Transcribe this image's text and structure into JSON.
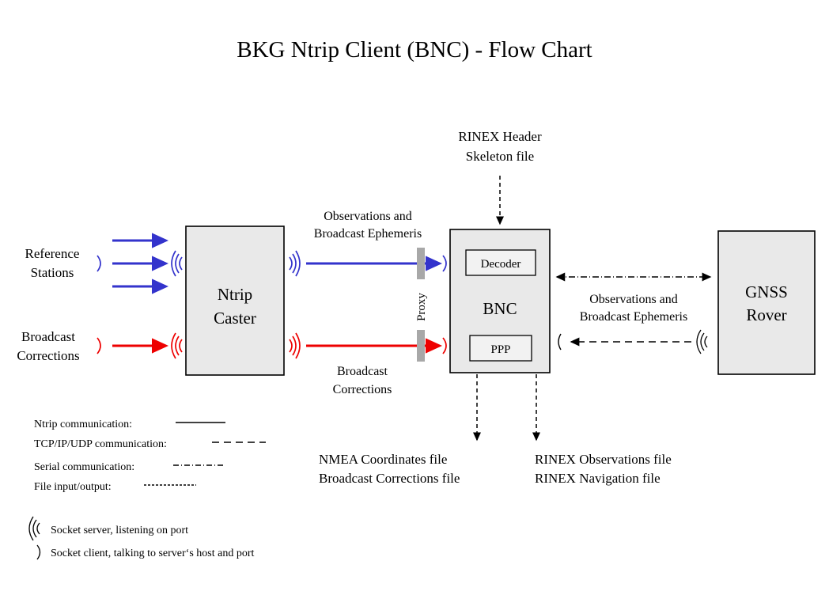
{
  "title": "BKG Ntrip Client (BNC)  -  Flow Chart",
  "nodes": {
    "ntrip_caster": {
      "line1": "Ntrip",
      "line2": "Caster"
    },
    "bnc": {
      "label": "BNC",
      "decoder": "Decoder",
      "ppp": "PPP"
    },
    "gnss_rover": {
      "line1": "GNSS",
      "line2": "Rover"
    }
  },
  "sources": {
    "reference_stations": {
      "line1": "Reference",
      "line2": "Stations"
    },
    "broadcast_corrections": {
      "line1": "Broadcast",
      "line2": "Corrections"
    }
  },
  "edges": {
    "caster_to_bnc_obs": {
      "line1": "Observations and",
      "line2": "Broadcast Ephemeris"
    },
    "caster_to_bnc_corr": {
      "line1": "Broadcast",
      "line2": "Corrections"
    },
    "bnc_to_rover": {
      "line1": "Observations and",
      "line2": "Broadcast Ephemeris"
    },
    "proxy": "Proxy"
  },
  "files": {
    "skeleton": {
      "line1": "RINEX Header",
      "line2": "Skeleton file"
    },
    "nmea_out": {
      "line1": "NMEA Coordinates file",
      "line2": "Broadcast Corrections file"
    },
    "rinex_out": {
      "line1": "RINEX Observations file",
      "line2": "RINEX Navigation file"
    }
  },
  "legend": {
    "items": [
      {
        "label": "Ntrip communication:",
        "style": "solid"
      },
      {
        "label": "TCP/IP/UDP communication:",
        "style": "dashed"
      },
      {
        "label": "Serial communication:",
        "style": "dash-dot"
      },
      {
        "label": "File input/output:",
        "style": "dotted"
      }
    ],
    "sockets": [
      {
        "glyph": "socket-server-icon",
        "label": "Socket server, listening on port"
      },
      {
        "glyph": "socket-client-icon",
        "label": "Socket client, talking to server‘s host and port"
      }
    ]
  },
  "colors": {
    "ntrip_stream": "#3333cc",
    "corrections_stream": "#ee0000",
    "box_fill": "#e9e9e9",
    "proxy_bar": "#a8a8a8",
    "outline": "#000000"
  }
}
